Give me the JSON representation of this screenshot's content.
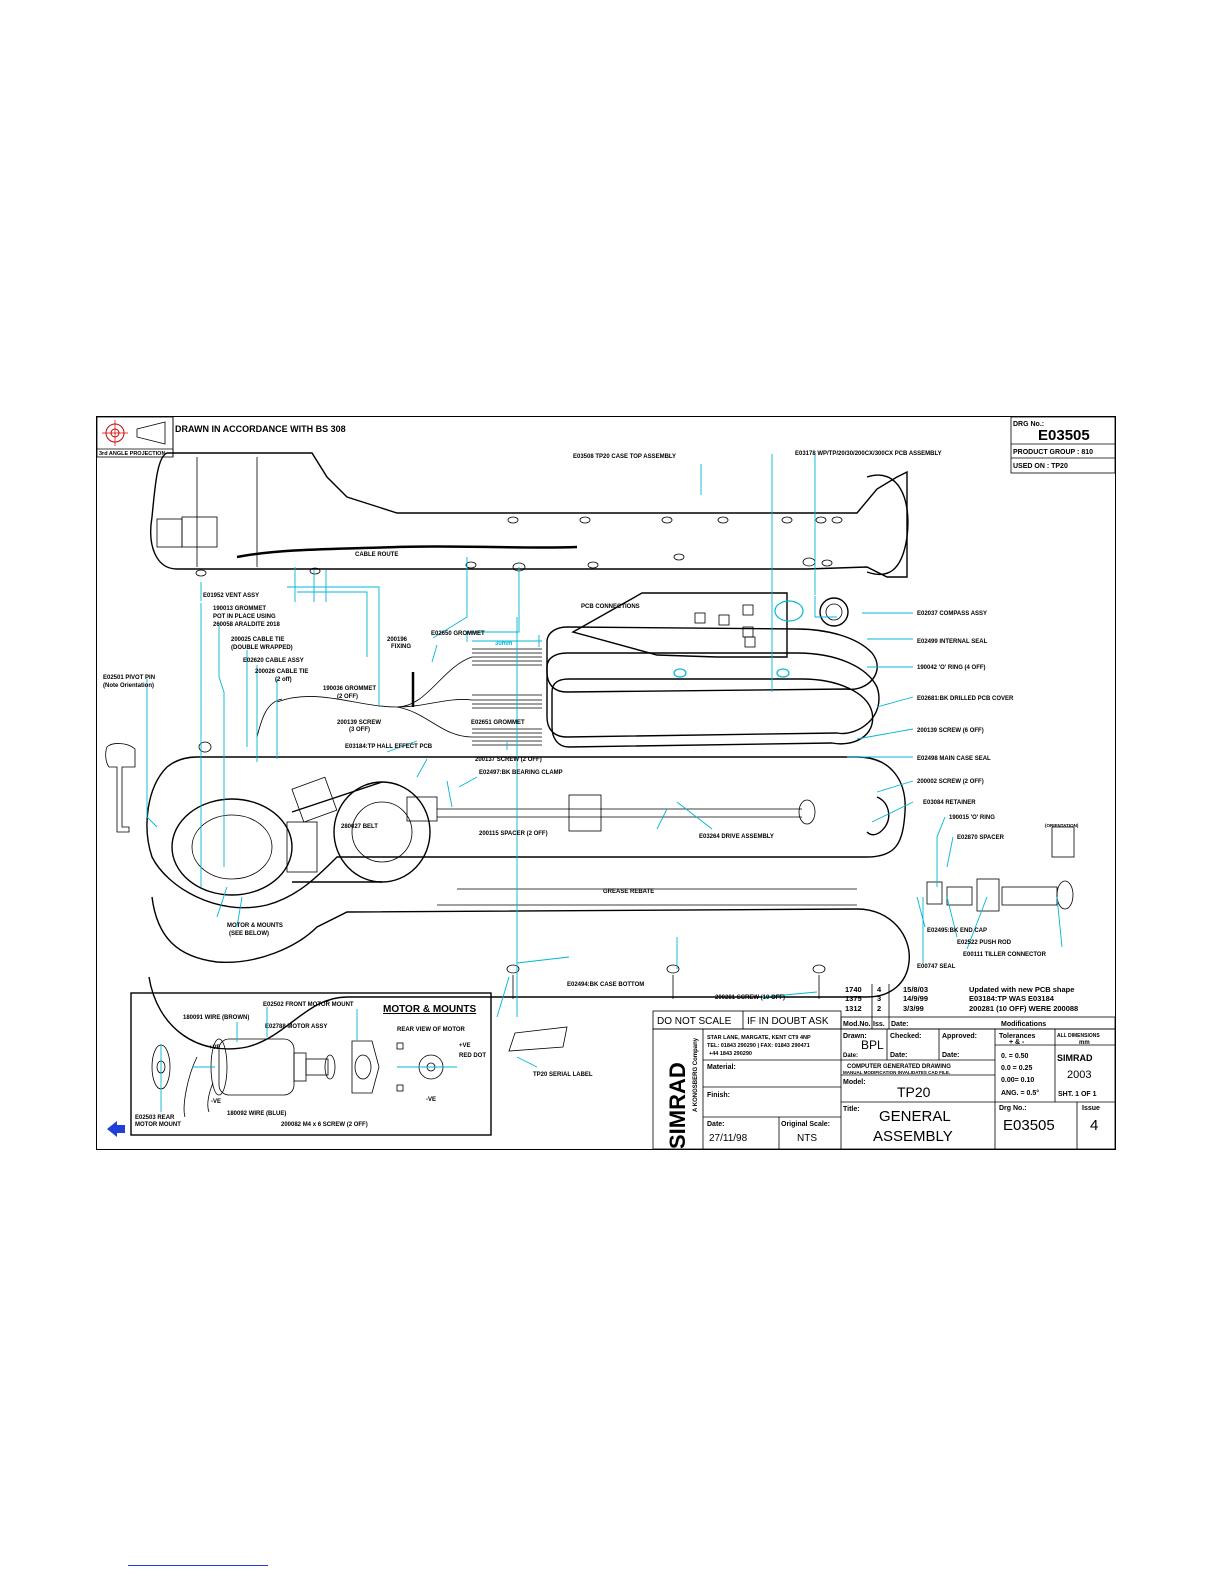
{
  "header": {
    "projection_text": "DRAWN IN ACCORDANCE WITH BS 308",
    "projection_label": "3rd ANGLE PROJECTION",
    "drg_no_label": "DRG No.:",
    "drg_no": "E03505",
    "product_group": "PRODUCT GROUP : 810",
    "used_on": "USED ON : TP20"
  },
  "callouts": {
    "case_top": "E03508 TP20 CASE TOP ASSEMBLY",
    "pcb_assy": "E03178 WP/TP/20/30/200CX/300CX PCB ASSEMBLY",
    "cable_route": "CABLE ROUTE",
    "vent": "E01952 VENT ASSY",
    "grommet_1": "190013 GROMMET",
    "pot_1": "POT IN PLACE USING",
    "pot_2": "260058 ARALDITE 2018",
    "cable_tie_1": "200025 CABLE TIE",
    "cable_tie_2": "(DOUBLE WRAPPED)",
    "cable_assy": "E02620 CABLE ASSY",
    "cable_tie_3": "200026 CABLE TIE",
    "cable_tie_4": "(2 off)",
    "pivot_1": "E02501 PIVOT PIN",
    "pivot_2": "(Note Orientation)",
    "fixing_1": "200196",
    "fixing_2": "FIXING",
    "grommet_e02650": "E02650 GROMMET",
    "grommet_190036_1": "190036 GROMMET",
    "grommet_190036_2": "(2 OFF)",
    "screw_200139_1": "200139 SCREW",
    "screw_200139_2": "(3 OFF)",
    "grommet_e02651": "E02651 GROMMET",
    "hall_pcb": "E03184:TP HALL EFFECT PCB",
    "screw_200137": "200137 SCREW (2 OFF)",
    "bearing_clamp": "E02497:BK BEARING CLAMP",
    "belt": "280027 BELT",
    "spacer_200115": "200115 SPACER (2 OFF)",
    "drive_assy": "E03264 DRIVE ASSEMBLY",
    "grease": "GREASE REBATE",
    "dim_30mm": "30mm",
    "pcb_connections": "PCB CONNECTIONS",
    "compass": "E02037 COMPASS ASSY",
    "internal_seal": "E02499 INTERNAL SEAL",
    "o_ring_190042": "190042 'O' RING (4 OFF)",
    "drilled_pcb": "E02681:BK DRILLED PCB COVER",
    "screw_200139_6": "200139 SCREW (6 OFF)",
    "main_case_seal": "E02498 MAIN CASE SEAL",
    "screw_200002": "200002 SCREW (2 OFF)",
    "retainer": "E03084 RETAINER",
    "o_ring_190015": "190015 'O' RING",
    "spacer_e02870": "E02870 SPACER",
    "orientation": "(ORIENTATION)",
    "end_cap": "E02495:BK END CAP",
    "push_rod": "E02522 PUSH ROD",
    "tiller": "E00111 TILLER CONNECTOR",
    "seal_e00747": "E00747 SEAL",
    "case_bottom": "E02494:BK CASE BOTTOM",
    "screw_200281": "200281 SCREW (10 OFF)",
    "motor_mounts_1": "MOTOR & MOUNTS",
    "motor_mounts_2": "(SEE BELOW)",
    "serial_label": "TP20 SERIAL LABEL"
  },
  "motor_box": {
    "title": "MOTOR & MOUNTS",
    "front_mount": "E02502 FRONT MOTOR MOUNT",
    "wire_brown": "180091 WIRE (BROWN)",
    "motor_assy": "E02788 MOTOR ASSY",
    "rear_view": "REAR VIEW OF MOTOR",
    "plus_ve_1": "+VE",
    "plus_ve_2": "+VE",
    "red_dot": "RED DOT",
    "minus_ve_1": "-VE",
    "minus_ve_2": "-VE",
    "rear_mount_1": "E02503 REAR",
    "rear_mount_2": "MOTOR MOUNT",
    "wire_blue": "180092 WIRE (BLUE)",
    "screw": "200082 M4 x 6 SCREW (2 OFF)"
  },
  "revisions": [
    {
      "mod": "1740",
      "iss": "4",
      "date": "15/8/03",
      "text": "Updated with new PCB shape"
    },
    {
      "mod": "",
      "iss": "",
      "date": "",
      "text": "E03184:TP WAS E03184"
    },
    {
      "mod": "1375",
      "iss": "3",
      "date": "14/9/99",
      "text": ""
    },
    {
      "mod": "1312",
      "iss": "2",
      "date": "3/3/99",
      "text": "200281 (10 OFF) WERE 200088"
    }
  ],
  "title_block": {
    "do_not_scale": "DO NOT SCALE",
    "if_in_doubt": "IF IN DOUBT ASK",
    "mod_no": "Mod.No.",
    "iss": "Iss.",
    "date": "Date:",
    "modifications": "Modifications",
    "simrad": "SIMRAD",
    "kongsberg": "A KONGSBERG Company",
    "address_1": "STAR LANE, MARGATE, KENT CT9 4NP",
    "address_2": "TEL: 01843 290290 | FAX: 01843 290471",
    "address_3": "+44 1843 290290",
    "drawn_label": "Drawn:",
    "drawn_by": "BPL",
    "date_drawn_label": "Date:",
    "checked_label": "Checked:",
    "approved_label": "Approved:",
    "checked_date_label": "Date:",
    "approved_date_label": "Date:",
    "tolerances_label": "Tolerances",
    "tol_pm": "+ & -",
    "all_dims": "ALL DIMENSIONS",
    "all_dims_unit": "mm",
    "tol_1": "0.  = 0.50",
    "tol_2": "0.0  = 0.25",
    "tol_3": "0.00= 0.10",
    "tol_ang": "ANG. = 0.5°",
    "material_label": "Material:",
    "cgd_1": "COMPUTER GENERATED DRAWING",
    "cgd_2": "MANUAL MODIFICATION INVALIDATES CAD FILE.",
    "copyright_brand": "SIMRAD",
    "copyright_year": "2003",
    "model_label": "Model:",
    "model": "TP20",
    "sheet": "SHT. 1 OF 1",
    "finish_label": "Finish:",
    "title_label": "Title:",
    "title_1": "GENERAL",
    "title_2": "ASSEMBLY",
    "drg_label": "Drg No.:",
    "drg": "E03505",
    "issue_label": "Issue",
    "issue": "4",
    "date_label": "Date:",
    "date_value": "27/11/98",
    "scale_label": "Original Scale:",
    "scale": "NTS"
  }
}
